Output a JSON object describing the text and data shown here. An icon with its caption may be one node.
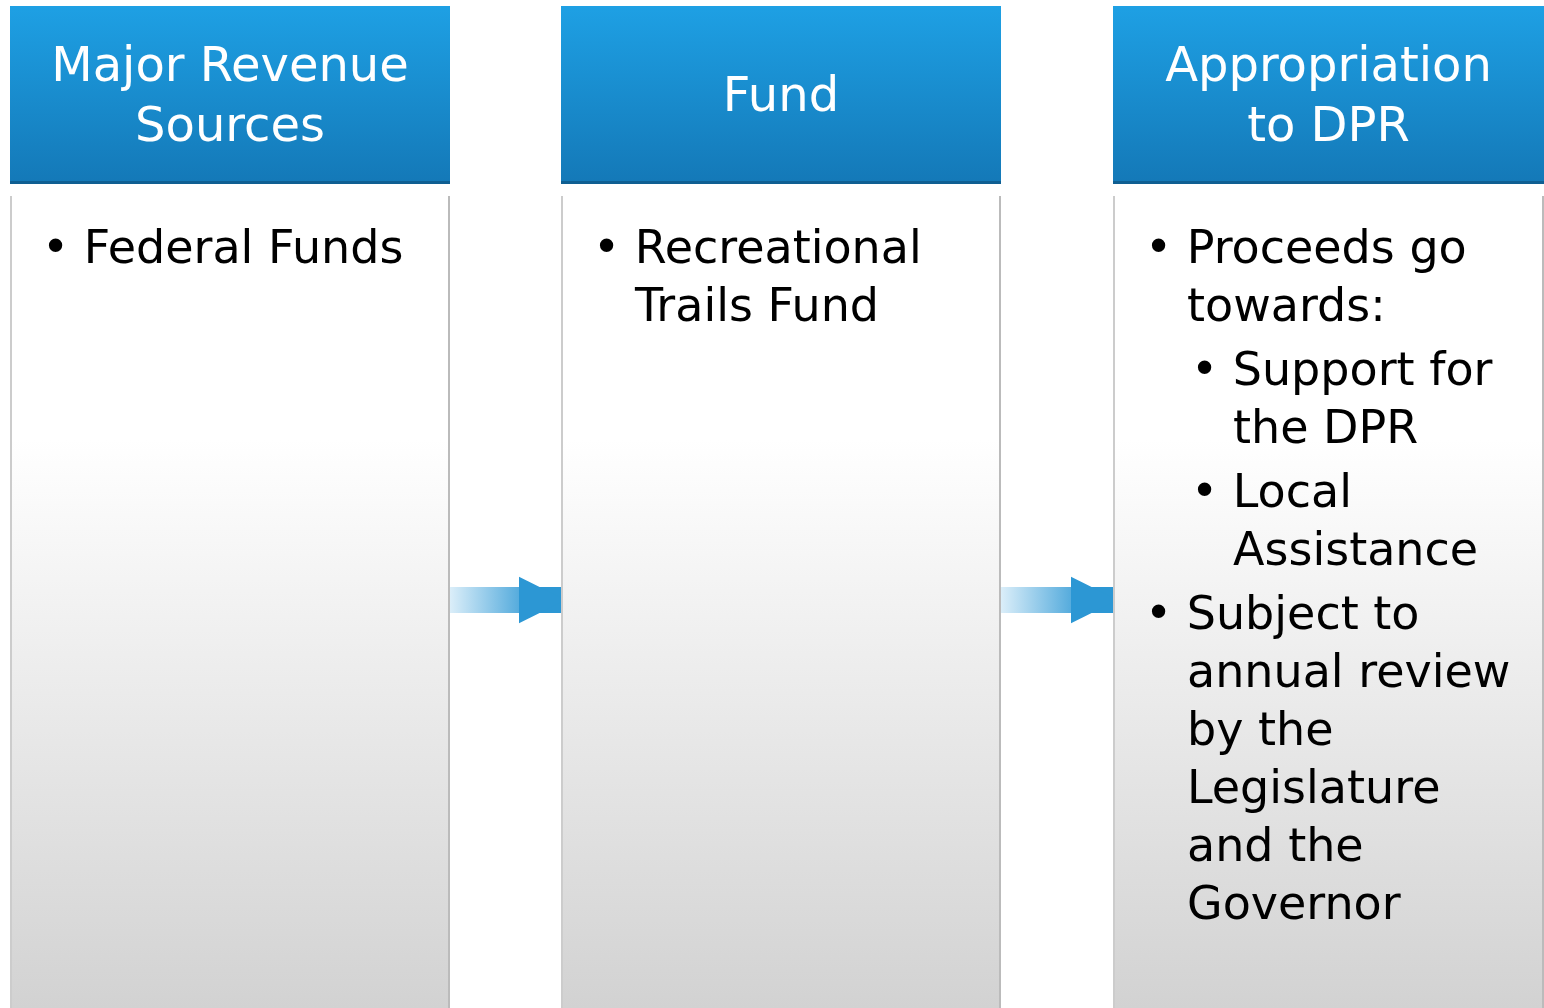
{
  "diagram": {
    "nodes": [
      {
        "text": [
          "Major Revenue Sources"
        ]
      },
      {
        "text": [
          "• Federal Funds"
        ]
      },
      {
        "text": [
          "Fund"
        ]
      },
      {
        "text": [
          "• Recreational Trails Fund"
        ]
      },
      {
        "text": [
          "Appropriation to DPR"
        ]
      },
      {
        "text": [
          "• Proceeds go towards:",
          "• Support for the DPR",
          "• Local Assistance",
          "• Subject to annual review by the Legislature and the Governor"
        ]
      }
    ],
    "edges": [
      {
        "from": 1,
        "to": 3,
        "arrow": "to",
        "style": "thick"
      },
      {
        "from": 3,
        "to": 5,
        "arrow": "to",
        "style": "thick"
      }
    ]
  }
}
